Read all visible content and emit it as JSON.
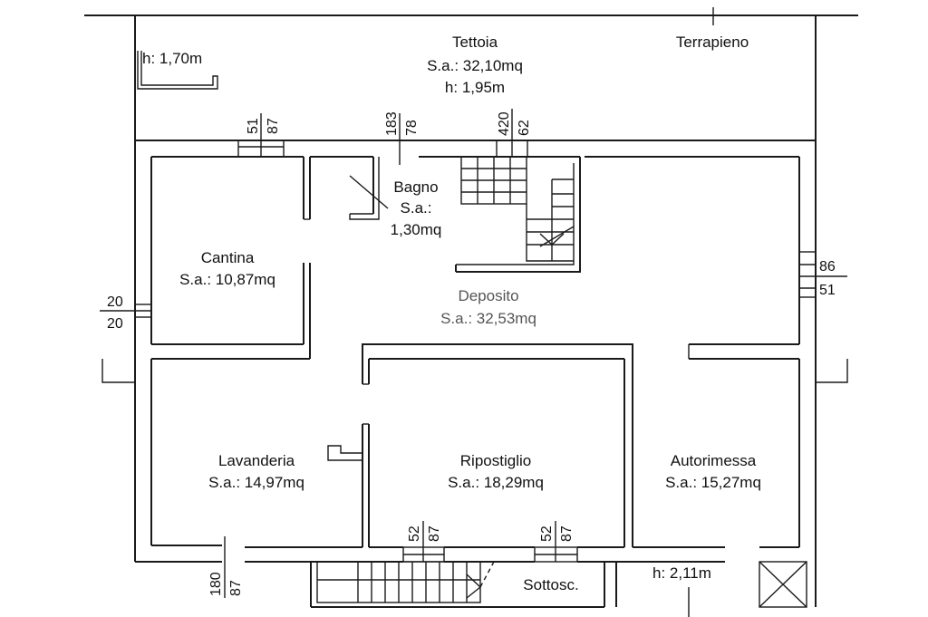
{
  "palette": {
    "ink": "#1a1a1a",
    "background": "#ffffff",
    "muted_label": "#555555"
  },
  "rooms": {
    "tettoia": {
      "name": "Tettoia",
      "area": "S.a.: 32,10mq",
      "height": "h: 1,95m"
    },
    "terrapieno": {
      "name": "Terrapieno"
    },
    "bagno": {
      "name": "Bagno",
      "area_prefix": "S.a.:",
      "area_value": "1,30mq"
    },
    "cantina": {
      "name": "Cantina",
      "area": "S.a.: 10,87mq"
    },
    "deposito": {
      "name": "Deposito",
      "area": "S.a.: 32,53mq"
    },
    "lavanderia": {
      "name": "Lavanderia",
      "area": "S.a.: 14,97mq"
    },
    "ripostiglio": {
      "name": "Ripostiglio",
      "area": "S.a.: 18,29mq"
    },
    "autorimessa": {
      "name": "Autorimessa",
      "area": "S.a.: 15,27mq"
    },
    "sottoscala": {
      "name": "Sottosc."
    }
  },
  "heights": {
    "left_niche": "h: 1,70m",
    "bottom_right": "h: 2,11m"
  },
  "openings": {
    "top_window_1": {
      "a": "51",
      "b": "87"
    },
    "top_door_bagno": {
      "a": "183",
      "b": "78"
    },
    "top_door_stair": {
      "a": "420",
      "b": "62"
    },
    "right_window": {
      "a": "86",
      "b": "51"
    },
    "left_window": {
      "a": "20",
      "b": "20"
    },
    "bottom_window_1": {
      "a": "52",
      "b": "87"
    },
    "bottom_window_2": {
      "a": "52",
      "b": "87"
    },
    "bottom_door": {
      "a": "180",
      "b": "87"
    }
  }
}
